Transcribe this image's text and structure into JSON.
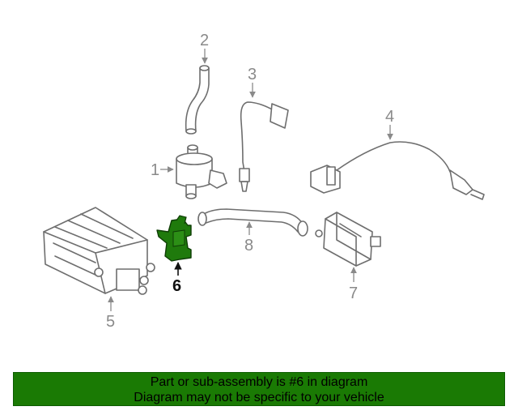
{
  "diagram": {
    "callouts": [
      {
        "number": "1"
      },
      {
        "number": "2"
      },
      {
        "number": "3"
      },
      {
        "number": "4"
      },
      {
        "number": "5"
      },
      {
        "number": "6"
      },
      {
        "number": "7"
      },
      {
        "number": "8"
      }
    ],
    "highlight_color": "#1f7a0c",
    "line_color": "#6e6e6e"
  },
  "banner": {
    "line1": "Part or sub-assembly is #6 in diagram",
    "line2": "Diagram may not be specific to your vehicle",
    "background_color": "#1a7a04"
  }
}
